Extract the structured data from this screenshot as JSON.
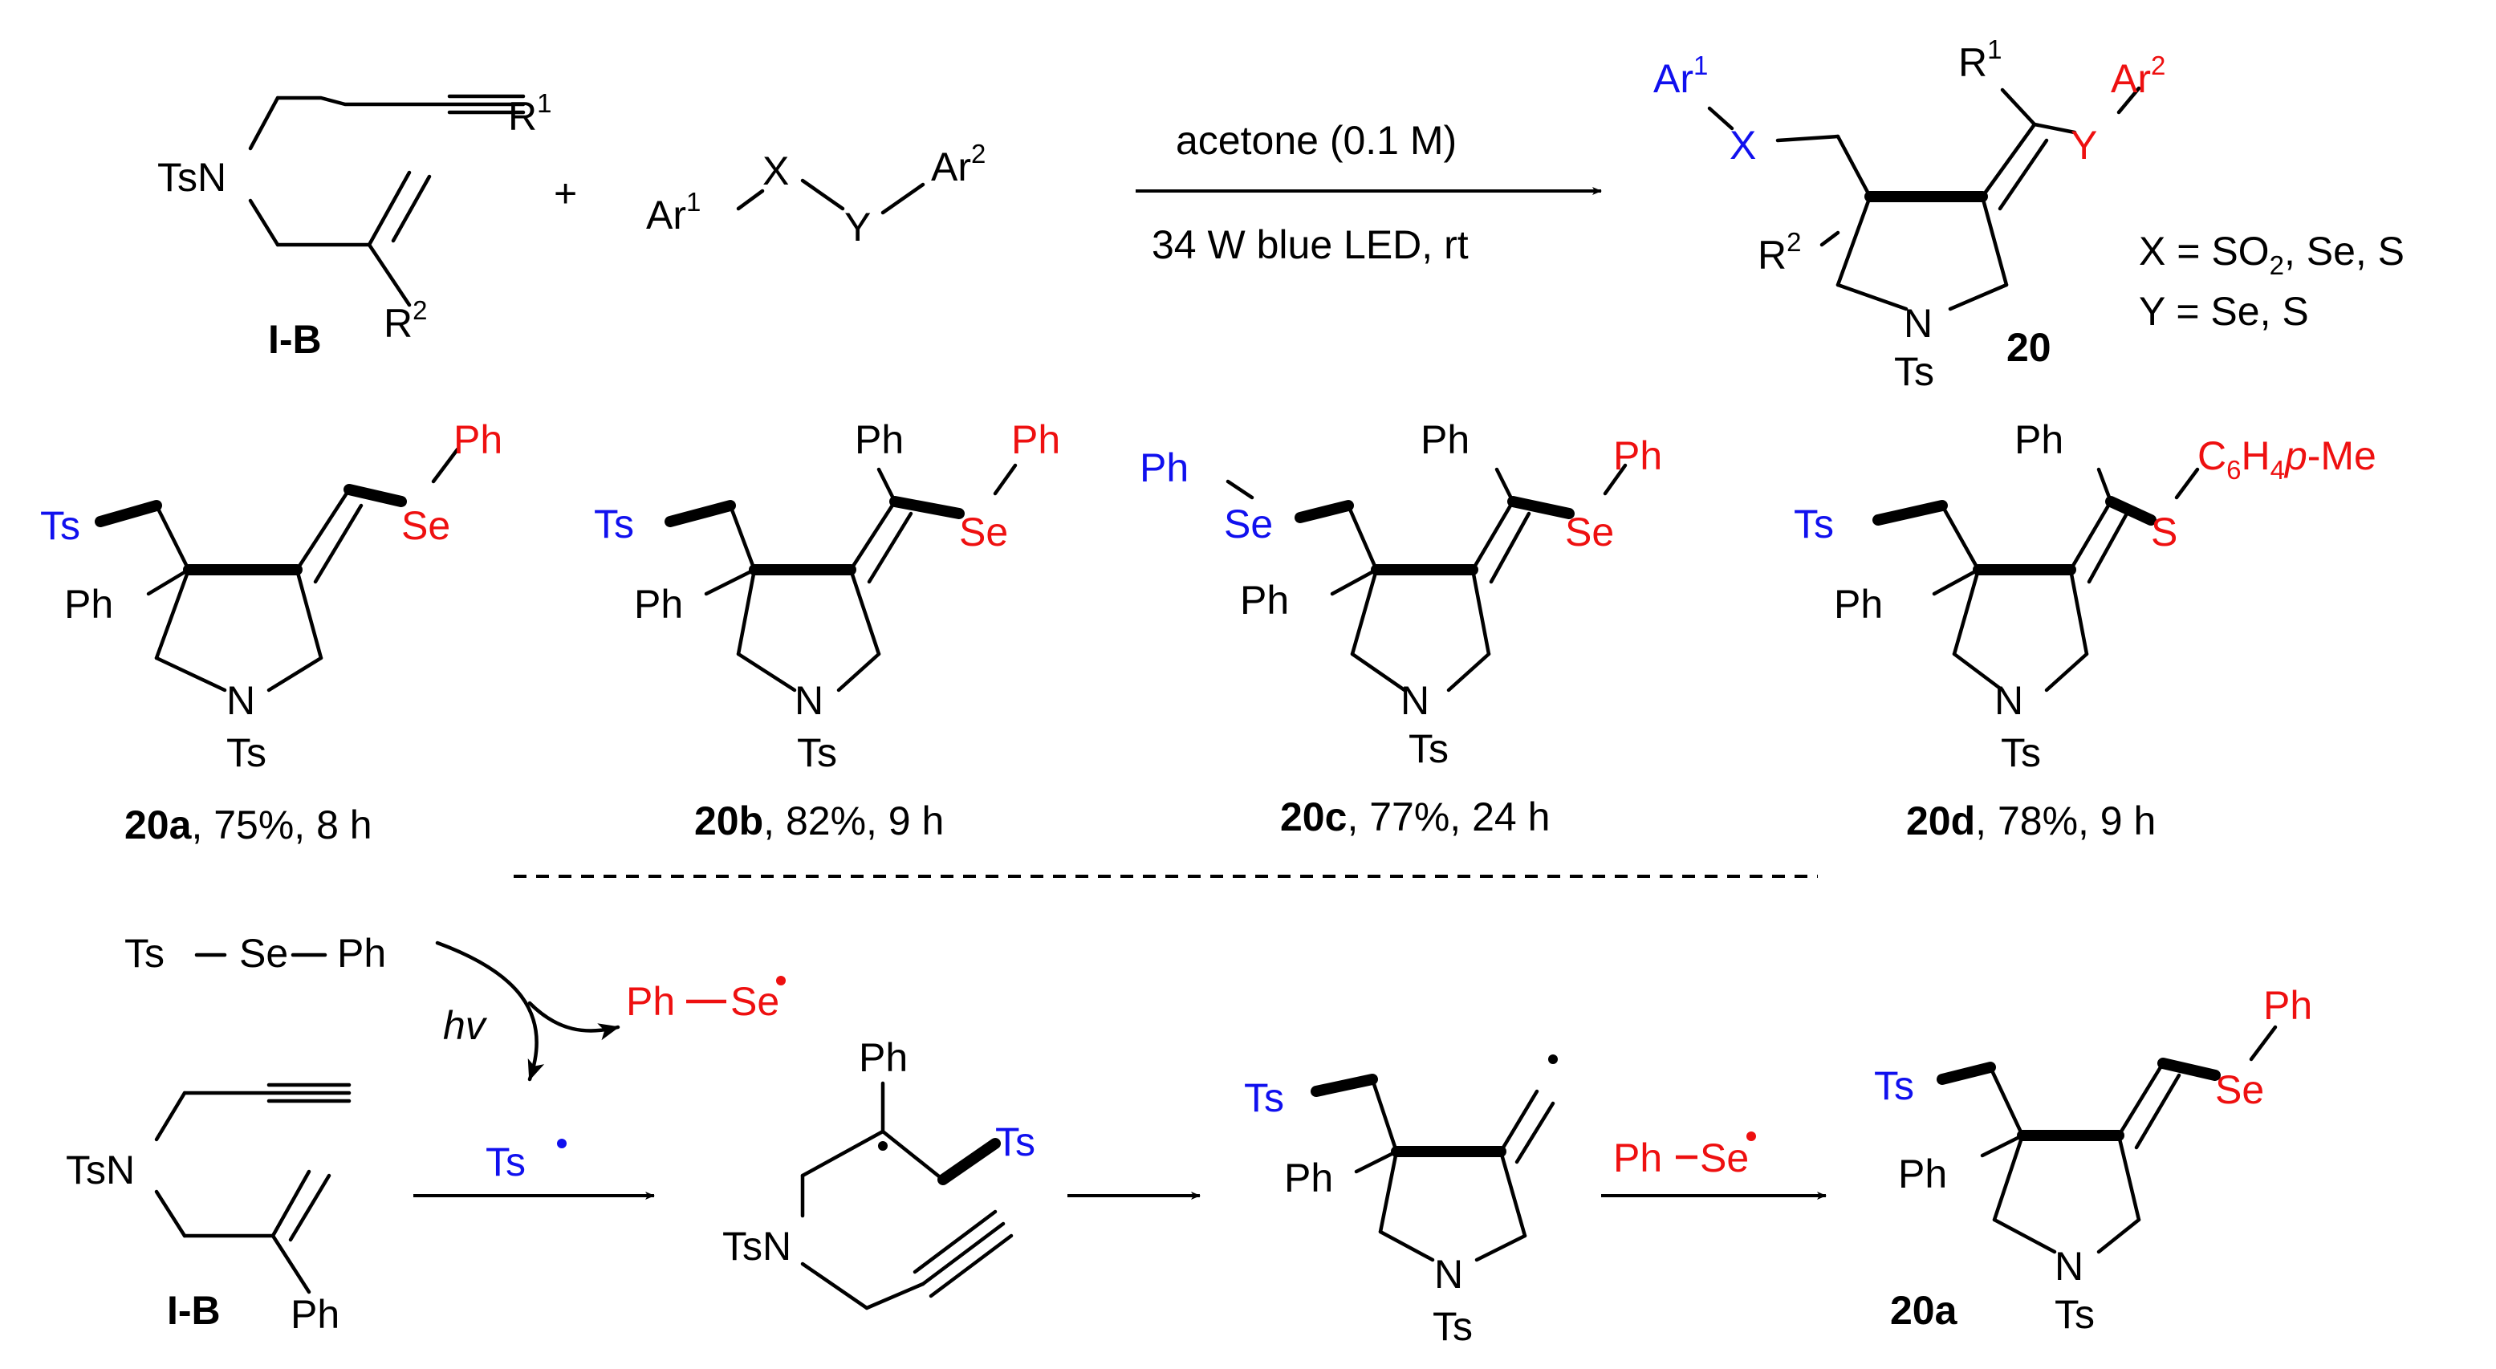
{
  "colors": {
    "blue": "#1010ee",
    "red": "#ee1010",
    "black": "#000000"
  },
  "scheme": {
    "reactant1": {
      "tsn": "TsN",
      "r": "R",
      "r1_sup": "1",
      "r2_sup": "2",
      "label": "I-B"
    },
    "plus": "+",
    "reagent": {
      "ar": "Ar",
      "sup1": "1",
      "sup2": "2",
      "x": "X",
      "y": "Y"
    },
    "conditions": {
      "top": "acetone (0.1 M)",
      "bottom": "34 W blue LED, rt"
    },
    "product": {
      "ar": "Ar",
      "sup1": "1",
      "sup2": "2",
      "x": "X",
      "y": "Y",
      "r": "R",
      "r1_sup": "1",
      "r2_sup": "2",
      "n": "N",
      "ts": "Ts",
      "label": "20"
    },
    "definitions": {
      "x_a": "X = SO",
      "x_sub": "2",
      "x_b": ", Se, S",
      "y": "Y = Se, S"
    }
  },
  "examples": [
    {
      "ts": "Ts",
      "ph": "Ph",
      "n": "N",
      "ntsl": "Ts",
      "se": "Se",
      "seph": "Ph",
      "id": "20a",
      "yield": ", 75%, 8 h"
    },
    {
      "ts": "Ts",
      "ph": "Ph",
      "topph": "Ph",
      "n": "N",
      "ntsl": "Ts",
      "se": "Se",
      "seph": "Ph",
      "id": "20b",
      "yield": ", 82%, 9 h"
    },
    {
      "phleft": "Ph",
      "seleft": "Se",
      "ph": "Ph",
      "topph": "Ph",
      "n": "N",
      "ntsl": "Ts",
      "se": "Se",
      "seph": "Ph",
      "id": "20c",
      "yield": ", 77%, 24 h"
    },
    {
      "ts": "Ts",
      "ph": "Ph",
      "topph": "Ph",
      "n": "N",
      "ntsl": "Ts",
      "s": "S",
      "c": "C",
      "c_sub": "6",
      "h": "H",
      "h_sub": "4",
      "p": "p",
      "me": "-Me",
      "id": "20d",
      "yield": ", 78%, 9 h"
    }
  ],
  "mechanism": {
    "reagent": {
      "ts": "Ts",
      "se": "Se",
      "ph": "Ph"
    },
    "hv": "hv",
    "phse_radical": {
      "ph": "Ph",
      "se": "Se"
    },
    "ts_radical": "Ts",
    "start": {
      "tsn": "TsN",
      "ph": "Ph",
      "label": "I-B"
    },
    "int1": {
      "ph": "Ph",
      "ts": "Ts",
      "tsn": "TsN"
    },
    "int2": {
      "ts": "Ts",
      "ph": "Ph",
      "n": "N",
      "nts": "Ts"
    },
    "arrow3": {
      "ph": "Ph",
      "se": "Se"
    },
    "final": {
      "ts": "Ts",
      "ph": "Ph",
      "n": "N",
      "nts": "Ts",
      "se": "Se",
      "seph": "Ph",
      "label": "20a"
    }
  }
}
